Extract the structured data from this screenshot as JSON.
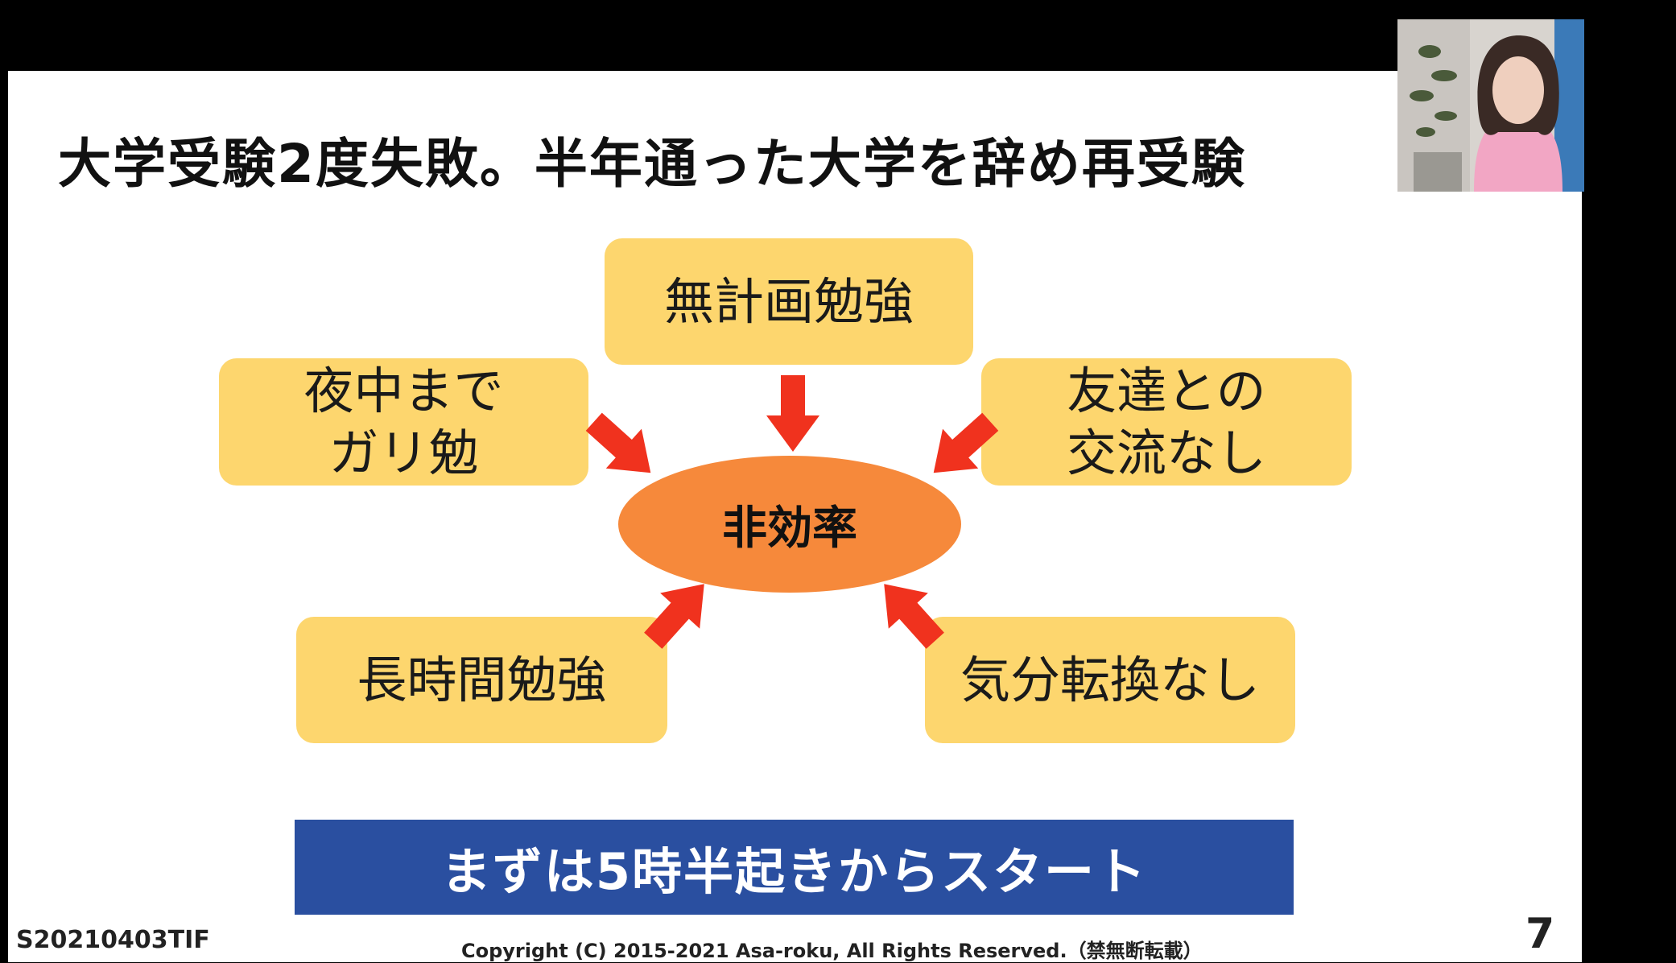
{
  "slide": {
    "title": "大学受験2度失敗。半年通った大学を辞め再受験",
    "center_label": "非効率",
    "boxes": {
      "top": "無計画勉強",
      "left_line1": "夜中まで",
      "left_line2": "ガリ勉",
      "right_line1": "友達との",
      "right_line2": "交流なし",
      "bottom_left": "長時間勉強",
      "bottom_right": "気分転換なし"
    },
    "banner": "まずは5時半起きからスタート",
    "code": "S20210403TIF",
    "copyright": "Copyright (C) 2015-2021 Asa-roku, All Rights Reserved.（禁無断転載）",
    "page_number": "7"
  },
  "colors": {
    "box_fill": "#fdd66e",
    "oval_fill": "#f6893b",
    "arrow": "#f0321e",
    "banner_fill": "#2a4fa0"
  },
  "webcam": {
    "icon": "participant-video-thumbnail"
  }
}
